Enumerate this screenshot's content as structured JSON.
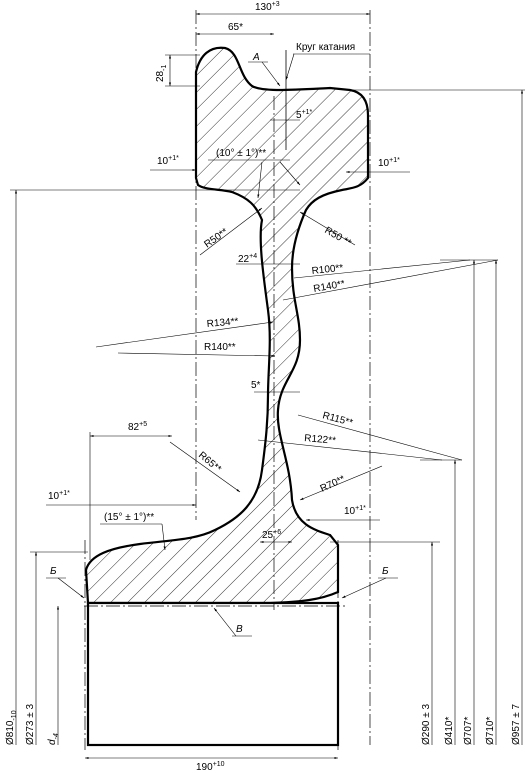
{
  "dims": {
    "width_130": "130",
    "width_130_tol": "+3",
    "d65": "65*",
    "h28": "28",
    "h28_tol": "-1",
    "label_A": "А",
    "rolling_circle": "Круг катания",
    "d5_top": "5",
    "d5_top_tol": "+1*",
    "angle10": "(10° ± 1°)**",
    "d10_left": "10",
    "d10_left_tol": "+1*",
    "d10_right": "10",
    "d10_right_tol": "+1*",
    "r50_left": "R50**",
    "r50_right": "R50 **",
    "d22": "22",
    "d22_tol": "+4",
    "r100": "R100**",
    "r140_top": "R140**",
    "r134": "R134**",
    "r140_mid": "R140**",
    "d5_mid": "5*",
    "d82": "82",
    "d82_tol": "+5",
    "r115": "R115**",
    "r122": "R122**",
    "r65": "R65**",
    "r70": "R70**",
    "d10_lower_left": "10",
    "d10_lower_left_tol": "+1*",
    "angle15": "(15° ± 1°)**",
    "d10_lower_right": "10",
    "d10_lower_right_tol": "+1*",
    "d25": "25",
    "d25_tol": "+6",
    "label_B1": "Б",
    "label_B2": "Б",
    "label_V": "В",
    "dia_810": "Ø810",
    "dia_810_tol": "-10",
    "dia_273": "Ø273 ± 3",
    "d_bore": "d",
    "d_bore_tol": "-4",
    "dia_290": "Ø290 ± 3",
    "dia_410": "Ø410*",
    "dia_707": "Ø707*",
    "dia_710": "Ø710*",
    "dia_957": "Ø957 ± 7",
    "width_190": "190",
    "width_190_tol": "+10"
  }
}
